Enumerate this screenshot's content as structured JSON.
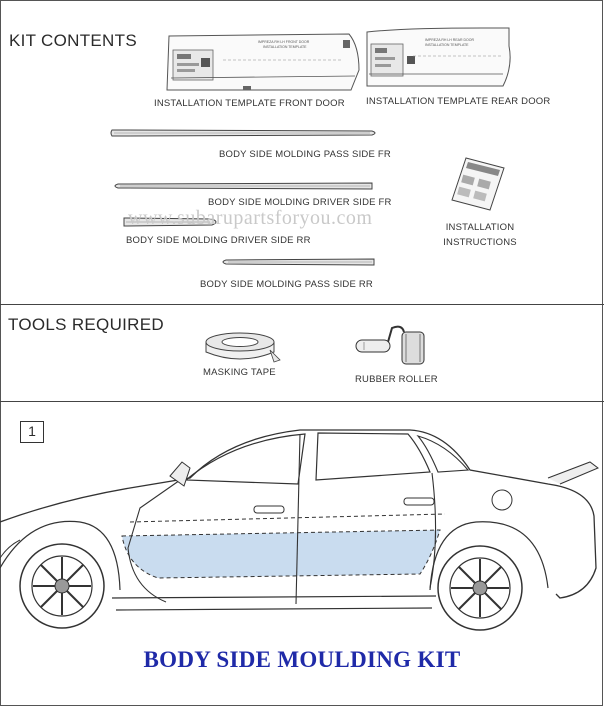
{
  "sections": {
    "kit_contents": "KIT CONTENTS",
    "tools_required": "TOOLS REQUIRED"
  },
  "kit_items": {
    "template_front": "INSTALLATION TEMPLATE FRONT DOOR",
    "template_rear": "INSTALLATION TEMPLATE REAR DOOR",
    "pass_side_fr": "BODY SIDE MOLDING PASS SIDE FR",
    "driver_side_fr": "BODY SIDE MOLDING DRIVER SIDE FR",
    "driver_side_rr": "BODY SIDE MOLDING DRIVER SIDE RR",
    "pass_side_rr": "BODY SIDE MOLDING PASS SIDE RR",
    "instructions_line1": "INSTALLATION",
    "instructions_line2": "INSTRUCTIONS"
  },
  "template_sheet": {
    "front_title": "IMPREZA RH LH FRONT DOOR",
    "front_subtitle": "INSTALLATION TEMPLATE",
    "rear_title": "IMPREZA RH LH REAR DOOR",
    "rear_subtitle": "INSTALLATION TEMPLATE"
  },
  "tools": {
    "masking_tape": "MASKING TAPE",
    "rubber_roller": "RUBBER ROLLER"
  },
  "watermark": "www.subarupartsforyou.com",
  "step": {
    "number": "1"
  },
  "title": "BODY SIDE MOULDING KIT",
  "colors": {
    "title": "#1f2aa8",
    "highlight": "#c9dcef",
    "line": "#333333"
  }
}
